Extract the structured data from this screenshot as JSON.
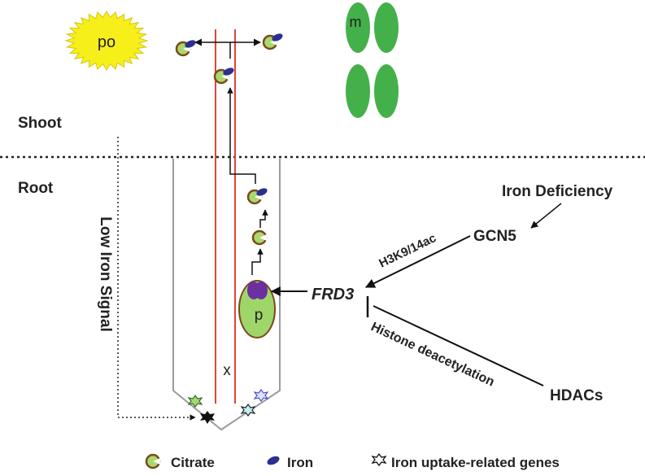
{
  "shoot_label": "Shoot",
  "root_label": "Root",
  "low_iron_signal": "Low Iron Signal",
  "po_label": "po",
  "m_label": "m",
  "p_label": "p",
  "x_label": "x",
  "iron_deficiency": "Iron Deficiency",
  "gcn5": "GCN5",
  "h3k9": "H3K9/14ac",
  "frd3": "FRD3",
  "histone_deacetylation": "Histone deacetylation",
  "hdacs": "HDACs",
  "legend": {
    "citrate": "Citrate",
    "iron": "Iron",
    "genes": "Iron uptake-related genes"
  },
  "colors": {
    "citrate_fill": "#a9d86e",
    "citrate_stroke": "#7a4a1a",
    "iron": "#2b2f8f",
    "plastid": "#44b04a",
    "pericycle": "#9fd66a",
    "peroxisome": "#f7ef1a",
    "xylem": "#e0443c"
  }
}
